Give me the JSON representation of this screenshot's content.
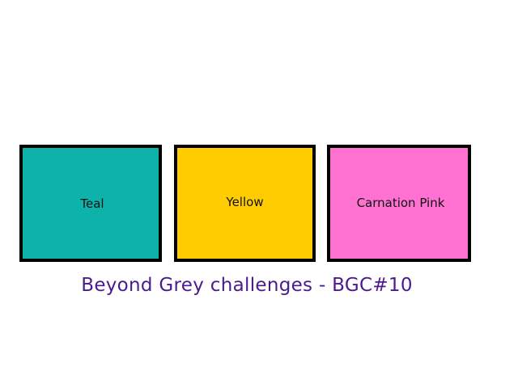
{
  "swatches": [
    {
      "label": "Teal",
      "color": "#0db3ab"
    },
    {
      "label": "Yellow",
      "color": "#ffcc00"
    },
    {
      "label": "Carnation Pink",
      "color": "#ff72d2"
    }
  ],
  "caption": {
    "text": "Beyond Grey challenges - BGC#10",
    "color": "#4b1a8f"
  },
  "border_color": "#000000"
}
